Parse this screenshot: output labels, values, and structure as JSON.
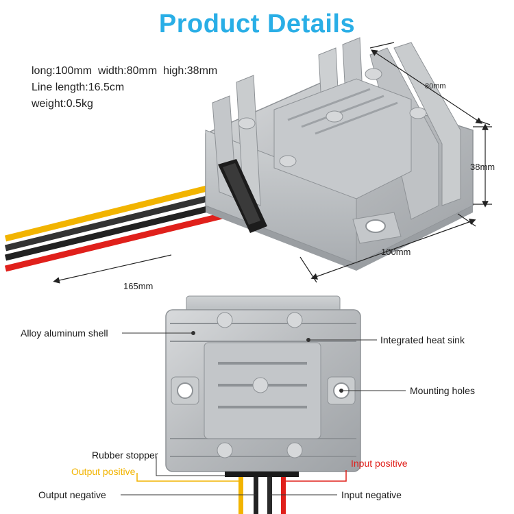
{
  "title": "Product Details",
  "specs": {
    "line1": "long:100mm  width:80mm  high:38mm",
    "line2": "Line length:16.5cm",
    "line3": "weight:0.5kg"
  },
  "dimensions": {
    "width": "80mm",
    "height": "38mm",
    "length": "100mm",
    "cable": "165mm"
  },
  "callouts": {
    "shell": "Alloy aluminum shell",
    "heat_sink": "Integrated heat sink",
    "mounting": "Mounting holes",
    "stopper": "Rubber stopper",
    "output_positive": "Output positive",
    "input_positive": "Input positive",
    "output_negative": "Output negative",
    "input_negative": "Input negative"
  },
  "colors": {
    "title": "#29aee6",
    "output_positive": "#f2b400",
    "input_positive": "#e0201b",
    "aluminum": "#b9bcbf"
  }
}
